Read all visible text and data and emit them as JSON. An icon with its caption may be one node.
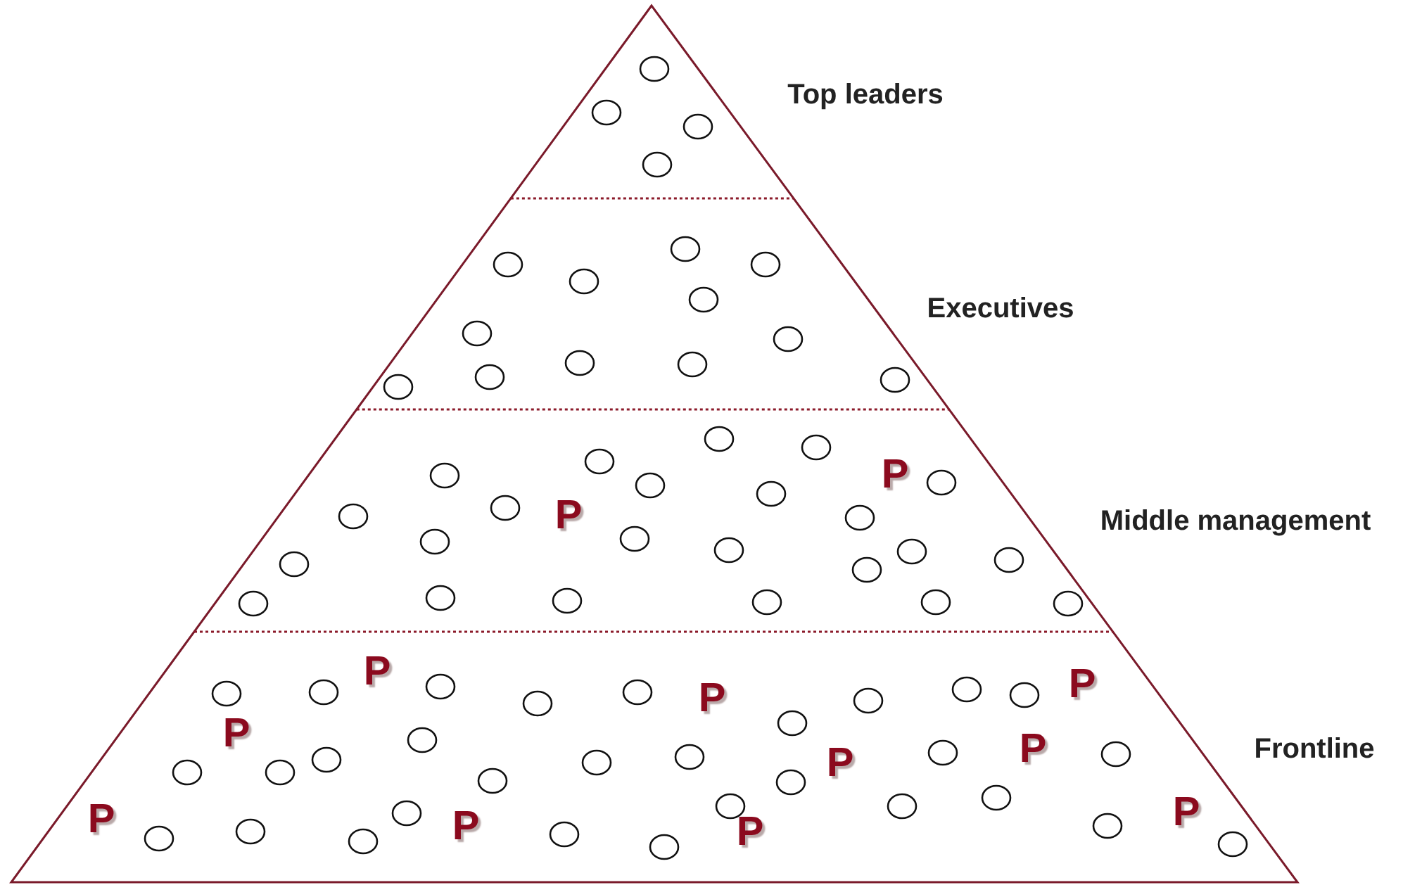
{
  "diagram": {
    "labels": [
      "Top leaders",
      "Executives",
      "P",
      "P",
      "Middle management",
      "P",
      "P",
      "P",
      "P",
      "P",
      "Frontline",
      "P",
      "P",
      "P",
      "P",
      "P"
    ]
  }
}
